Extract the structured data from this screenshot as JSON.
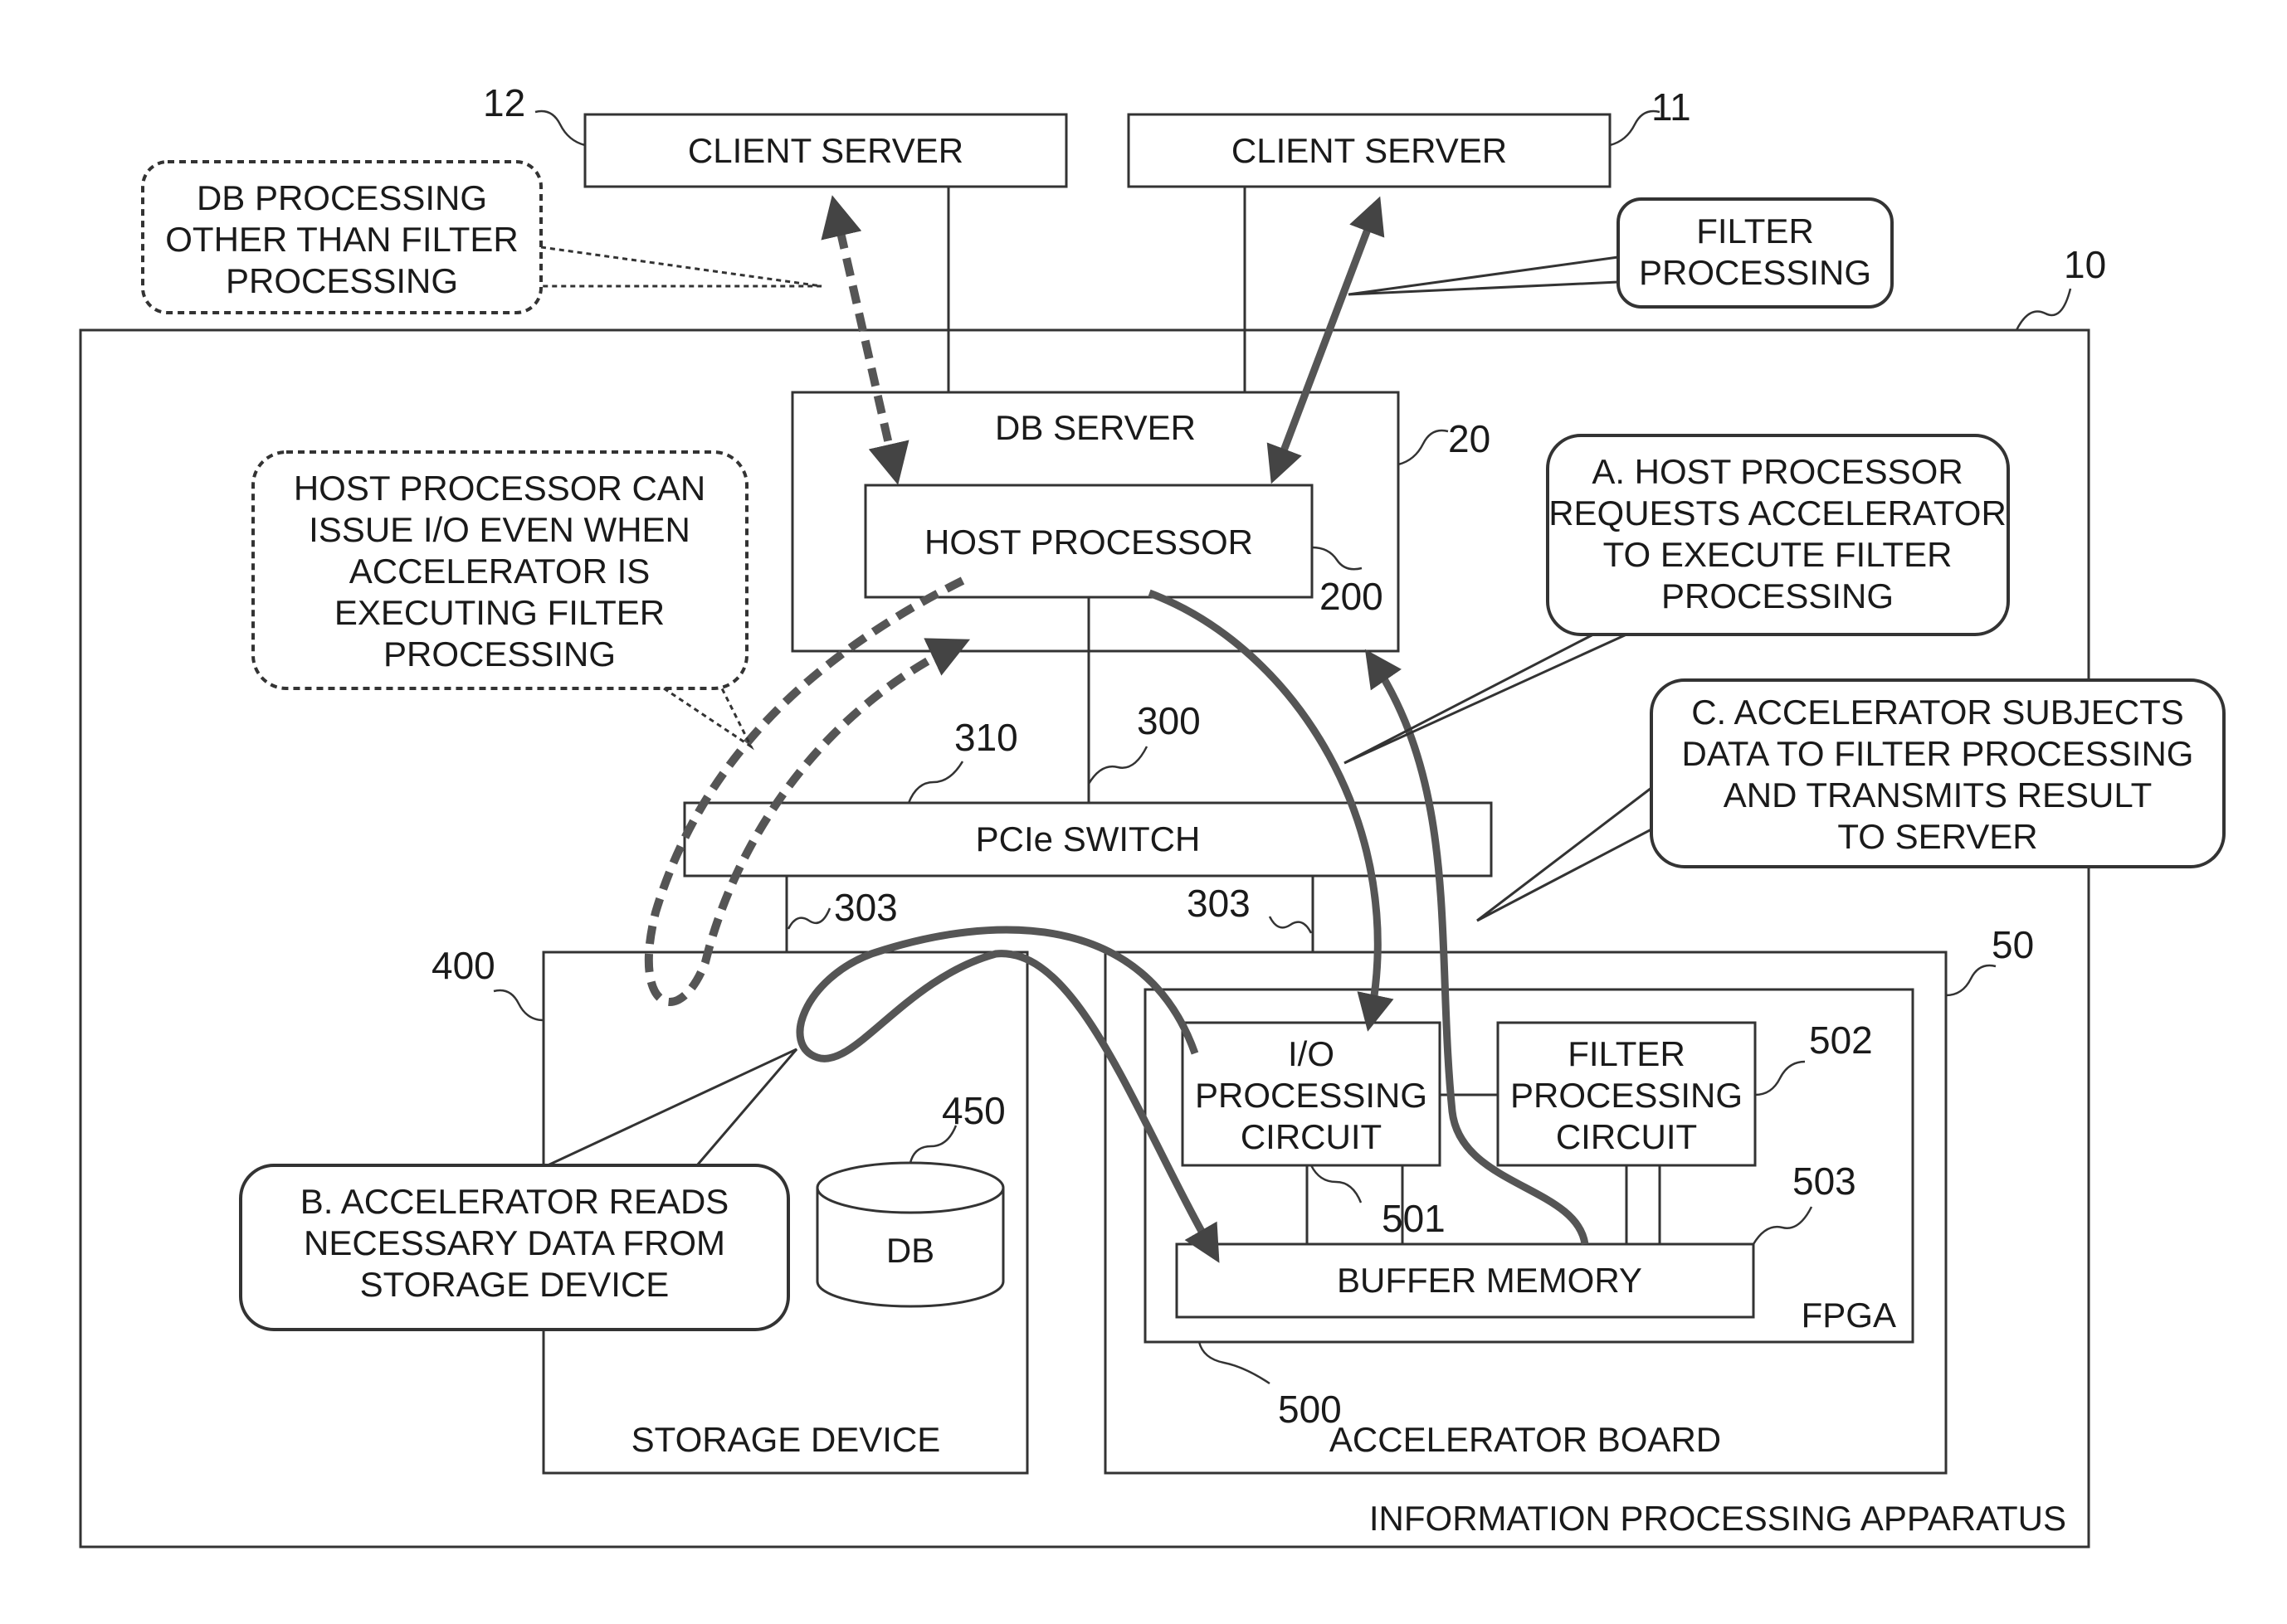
{
  "boxes": {
    "client_server_12": "CLIENT SERVER",
    "client_server_11": "CLIENT SERVER",
    "db_server": "DB SERVER",
    "host_processor": "HOST PROCESSOR",
    "pcie_switch": "PCIe SWITCH",
    "storage_device": "STORAGE DEVICE",
    "db": "DB",
    "accelerator_board": "ACCELERATOR BOARD",
    "io_processing": [
      "I/O",
      "PROCESSING",
      "CIRCUIT"
    ],
    "filter_processing": [
      "FILTER",
      "PROCESSING",
      "CIRCUIT"
    ],
    "buffer_memory": "BUFFER MEMORY",
    "fpga": "FPGA",
    "apparatus": "INFORMATION PROCESSING APPARATUS"
  },
  "refs": {
    "r12": "12",
    "r11": "11",
    "r10": "10",
    "r20": "20",
    "r200": "200",
    "r310": "310",
    "r300": "300",
    "r303a": "303",
    "r303b": "303",
    "r400": "400",
    "r450": "450",
    "r50": "50",
    "r502": "502",
    "r503": "503",
    "r501": "501",
    "r500": "500"
  },
  "callouts": {
    "db_other": [
      "DB PROCESSING",
      "OTHER THAN FILTER",
      "PROCESSING"
    ],
    "filter": [
      "FILTER",
      "PROCESSING"
    ],
    "host_can": [
      "HOST PROCESSOR CAN",
      "ISSUE I/O EVEN WHEN",
      "ACCELERATOR IS",
      "EXECUTING FILTER",
      "PROCESSING"
    ],
    "step_a": [
      "A. HOST PROCESSOR",
      "REQUESTS ACCELERATOR",
      "TO EXECUTE FILTER",
      "PROCESSING"
    ],
    "step_c": [
      "C. ACCELERATOR SUBJECTS",
      "DATA TO FILTER PROCESSING",
      "AND TRANSMITS RESULT",
      "TO SERVER"
    ],
    "step_b": [
      "B. ACCELERATOR READS",
      "NECESSARY DATA FROM",
      "STORAGE DEVICE"
    ]
  }
}
